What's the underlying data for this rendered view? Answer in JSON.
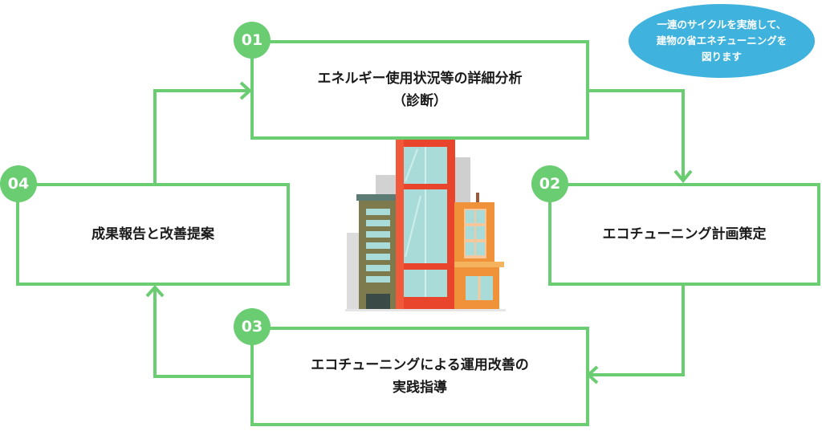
{
  "cycle_note": "一連のサイクルを実施して、\n建物の省エネチューニングを\n図ります",
  "steps": [
    {
      "number": "01",
      "label": "エネルギー使用状況等の詳細分析\n（診断）"
    },
    {
      "number": "02",
      "label": "エコチューニング計画策定"
    },
    {
      "number": "03",
      "label": "エコチューニングによる運用改善の\n実践指導"
    },
    {
      "number": "04",
      "label": "成果報告と改善提案"
    }
  ],
  "colors": {
    "accent_green": "#6acd72",
    "bubble_blue": "#3fb3dd",
    "building_red": "#e8452c",
    "building_orange": "#f0923a",
    "building_olive": "#7d7a4e",
    "glass": "#a9dcd9"
  },
  "illustration": "building-illustration"
}
